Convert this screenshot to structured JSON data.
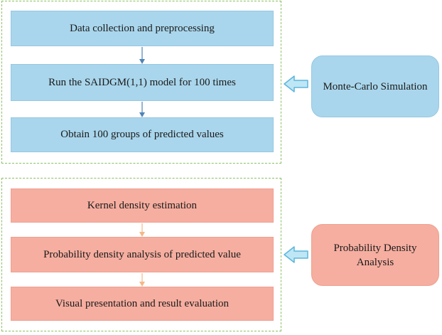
{
  "top_group": {
    "steps": [
      "Data collection and preprocessing",
      "Run the SAIDGM(1,1) model for 100 times",
      "Obtain 100 groups of predicted values"
    ],
    "side_label": "Monte-Carlo Simulation",
    "color": "#a9d6ec",
    "arrow_color": "#4d84b8"
  },
  "bottom_group": {
    "steps": [
      "Kernel density estimation",
      "Probability density analysis of predicted value",
      "Visual presentation and result evaluation"
    ],
    "side_label": "Probability Density Analysis",
    "color": "#f6aea0",
    "arrow_color": "#f4b887"
  },
  "frame_color": "#8cc063",
  "side_arrow_color": "#bfe6f5"
}
